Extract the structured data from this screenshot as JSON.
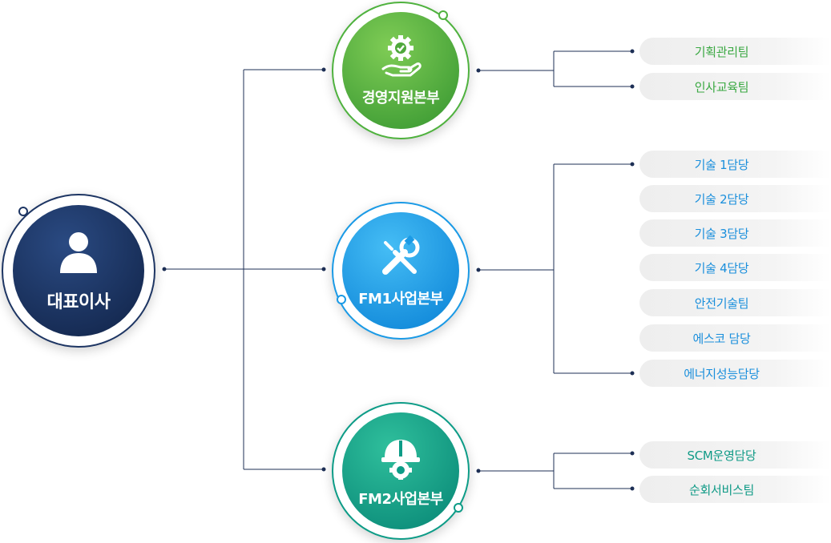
{
  "ceo": {
    "label": "대표이사",
    "icon": "person-icon",
    "color": "#1d3563"
  },
  "divisions": [
    {
      "label": "경영지원본부",
      "icon": "gear-check-hand-icon",
      "color": "#4fb23e",
      "teams": [
        "기획관리팀",
        "인사교육팀"
      ]
    },
    {
      "label": "FM1사업본부",
      "icon": "wrench-screwdriver-icon",
      "color": "#1a9ae6",
      "teams": [
        "기술 1담당",
        "기술 2담당",
        "기술 3담당",
        "기술 4담당",
        "안전기술팀",
        "에스코 담당",
        "에너지성능담당"
      ]
    },
    {
      "label": "FM2사업본부",
      "icon": "hardhat-gear-icon",
      "color": "#0d9c87",
      "teams": [
        "SCM운영담당",
        "순회서비스팀"
      ]
    }
  ]
}
